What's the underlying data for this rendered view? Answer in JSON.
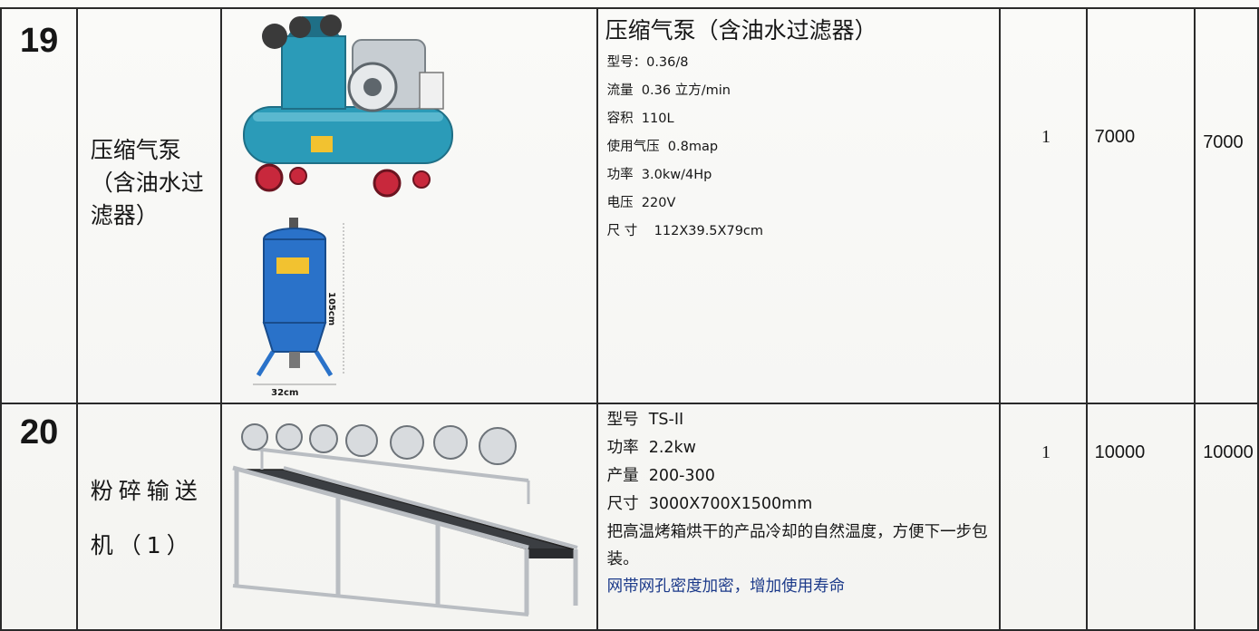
{
  "rows": [
    {
      "index": "19",
      "name": "压缩气泵（含油水过滤器）",
      "spec_title": "压缩气泵（含油水过滤器）",
      "specs": [
        "型号：0.36/8",
        "流量  0.36 立方/min",
        "容积  110L",
        "使用气压  0.8map",
        "功率  3.0kw/4Hp",
        "电压  220V",
        "尺 寸    112X39.5X79cm"
      ],
      "image_labels": {
        "height": "105cm",
        "width": "32cm"
      },
      "qty": "1",
      "unit_price": "7000",
      "total": "7000"
    },
    {
      "index": "20",
      "name": "粉碎输送机（1）",
      "specs": [
        "型号  TS-II",
        "功率  2.2kw",
        "产量  200-300",
        "尺寸  3000X700X1500mm"
      ],
      "description": "把高温烤箱烘干的产品冷却的自然温度，方便下一步包装。",
      "note": "网带网孔密度加密，增加使用寿命",
      "qty": "1",
      "unit_price": "10000",
      "total": "10000"
    }
  ],
  "colors": {
    "ink": "#161616",
    "note_blue": "#1c3a8a",
    "pump_teal": "#2b9bb8",
    "filter_blue": "#2a72c9",
    "wheel_red": "#c8283c",
    "frame_silver": "#b9bdc2"
  }
}
